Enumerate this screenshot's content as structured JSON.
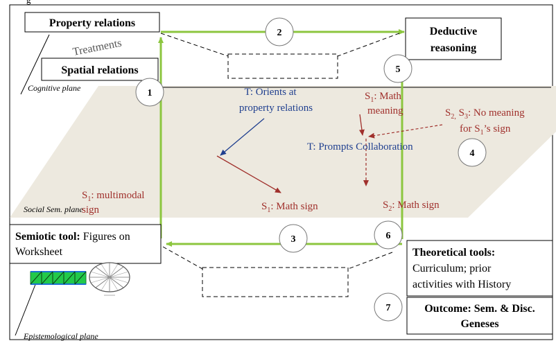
{
  "header_fragment": "g",
  "boxes": {
    "property_relations": "Property relations",
    "spatial_relations": "Spatial relations",
    "deductive_line1": "Deductive",
    "deductive_line2": "reasoning",
    "semiotic_bold": "Semiotic tool:",
    "semiotic_rest": " Figures on",
    "semiotic_line2": "Worksheet",
    "theoretical_title": "Theoretical tools:",
    "theoretical_line1": "Curriculum; prior",
    "theoretical_line2": "activities with History",
    "outcome_line1": "Outcome: Sem. & Disc.",
    "outcome_line2": "Geneses"
  },
  "treatments": "Treatments",
  "planes": {
    "cognitive": "Cognitive plane",
    "social": "Social Sem. plane",
    "epistemological": "Epistemological plane"
  },
  "circles": [
    "1",
    "2",
    "3",
    "4",
    "5",
    "6",
    "7"
  ],
  "annotations": {
    "t_orients_line1": "T: Orients at",
    "t_orients_line2": "property relations",
    "s1_math_meaning_a": "S",
    "s1_math_meaning_sub": "1",
    "s1_math_meaning_b": ": Math",
    "s1_math_meaning_line2": "meaning",
    "s2s3_a": "S",
    "s2s3_sub1": "2,",
    "s2s3_b": " S",
    "s2s3_sub2": "3",
    "s2s3_c": ": No meaning",
    "s2s3_line2_a": "for S",
    "s2s3_line2_sub": "1",
    "s2s3_line2_b": "’s sign",
    "t_prompts": "T: Prompts Collaboration",
    "s1_multimodal_a": "S",
    "s1_multimodal_sub": "1",
    "s1_multimodal_b": ": multimodal",
    "s1_multimodal_line2": "sign",
    "s1_math_sign_a": "S",
    "s1_math_sign_sub": "1",
    "s1_math_sign_b": ": Math sign",
    "s2_math_sign_a": "S",
    "s2_math_sign_sub": "2",
    "s2_math_sign_b": ": Math sign"
  },
  "colors": {
    "green": "#8cc63f",
    "plane_fill": "#ede9df",
    "red": "#a0302c",
    "blue": "#1f3f8f"
  },
  "icons": [
    "green-segmented-bar-figure",
    "wheel-figure"
  ]
}
